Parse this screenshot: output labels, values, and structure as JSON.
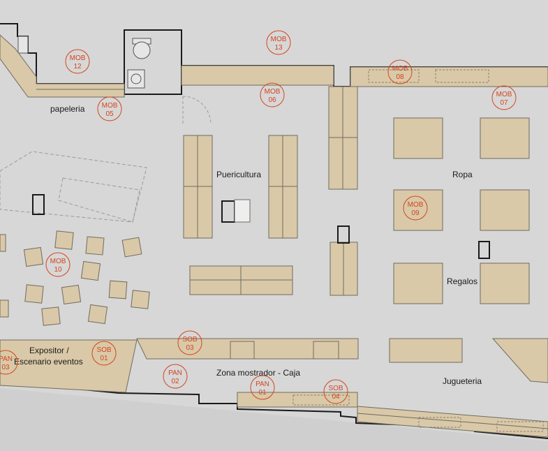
{
  "colors": {
    "background": "#d7d7d7",
    "floor": "#dcdcdc",
    "wall": "#1a1a1a",
    "furniture_fill": "#d9c9a8",
    "furniture_stroke": "#6f6a60",
    "tag": "#d4441e",
    "dashed": "#9a9a9a"
  },
  "zones": {
    "papeleria": "papeleria",
    "puericultura": "Puericultura",
    "ropa": "Ropa",
    "regalos": "Regalos",
    "expositor_1": "Expositor /",
    "expositor_2": "Escenario eventos",
    "mostrador": "Zona mostrador - Caja",
    "jugueteria": "Jugueteria"
  },
  "tags": [
    {
      "code": "MOB",
      "num": "12"
    },
    {
      "code": "MOB",
      "num": "13"
    },
    {
      "code": "MOB",
      "num": "05"
    },
    {
      "code": "MOB",
      "num": "06"
    },
    {
      "code": "MOB",
      "num": "08"
    },
    {
      "code": "MOB",
      "num": "07"
    },
    {
      "code": "MOB",
      "num": "09"
    },
    {
      "code": "MOB",
      "num": "10"
    },
    {
      "code": "SOB",
      "num": "03"
    },
    {
      "code": "SOB",
      "num": "01"
    },
    {
      "code": "PAN",
      "num": "03"
    },
    {
      "code": "PAN",
      "num": "02"
    },
    {
      "code": "PAN",
      "num": "01"
    },
    {
      "code": "SOB",
      "num": "04"
    }
  ]
}
